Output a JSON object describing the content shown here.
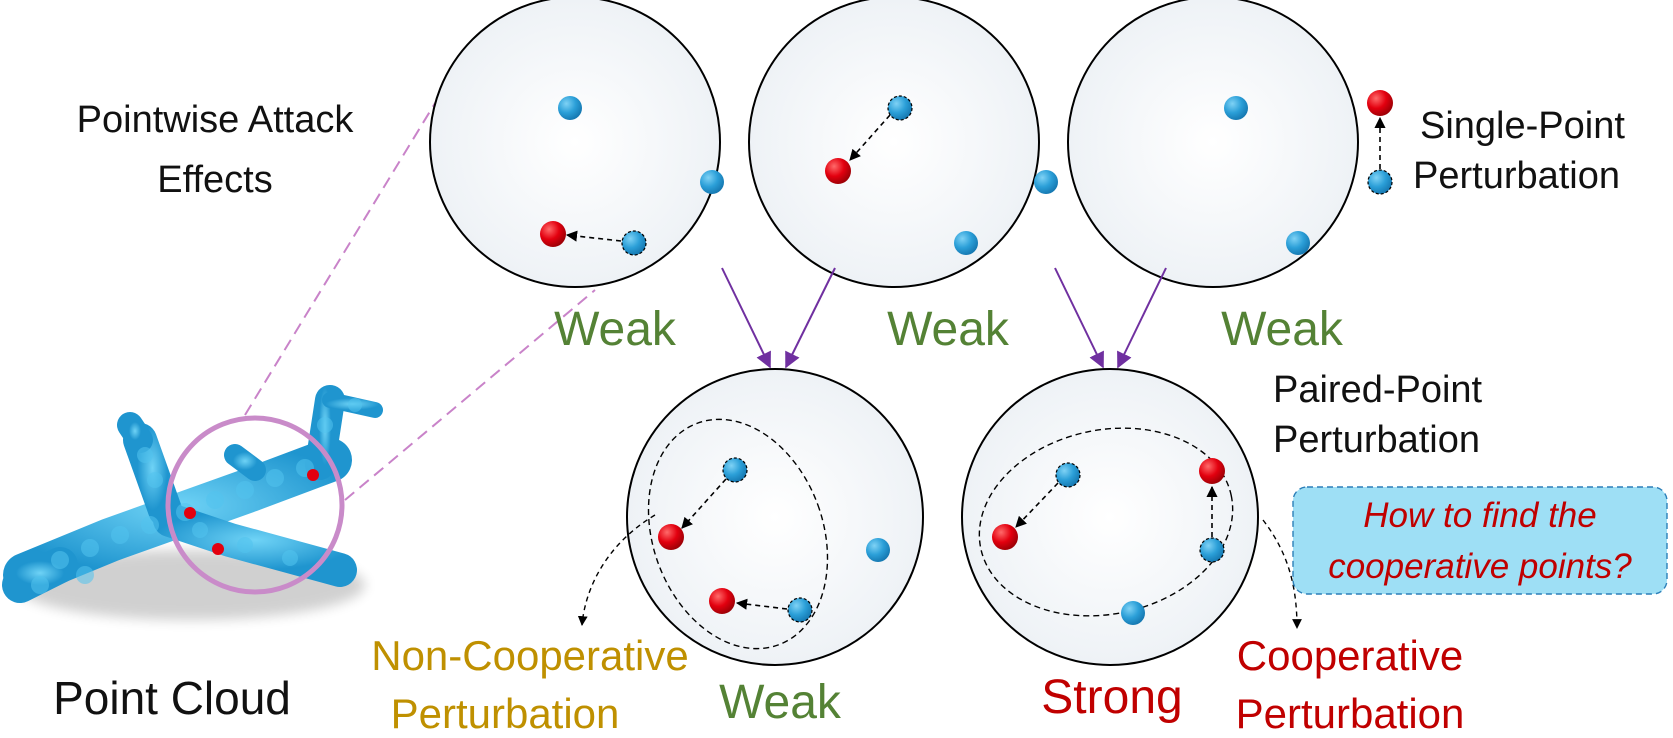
{
  "colors": {
    "point_blue": "#2b9fd8",
    "point_red": "#e3000f",
    "weak_green": "#548235",
    "strong_red": "#c00000",
    "noncoop_gold": "#bf9000",
    "arrow_purple": "#7030a0",
    "zoom_line": "#c983c9",
    "lens_ring": "#c98bc9",
    "callout_fill": "#9edff5",
    "callout_text": "#c00000",
    "airplane_blue": "#35b6ea"
  },
  "labels": {
    "pointwise_title_line1": "Pointwise Attack",
    "pointwise_title_line2": "Effects",
    "single_point_line1": "Single-Point",
    "single_point_line2": "Perturbation",
    "paired_point_line1": "Paired-Point",
    "paired_point_line2": "Perturbation",
    "weak_1": "Weak",
    "weak_2": "Weak",
    "weak_3": "Weak",
    "weak_4": "Weak",
    "strong": "Strong",
    "noncoop_line1": "Non-Cooperative",
    "noncoop_line2": "Perturbation",
    "coop_line1": "Cooperative",
    "coop_line2": "Perturbation",
    "point_cloud": "Point Cloud"
  },
  "callout": {
    "line1": "How to find the",
    "line2": "cooperative points?"
  },
  "icons": {
    "airplane": "airplane-point-cloud-icon"
  }
}
